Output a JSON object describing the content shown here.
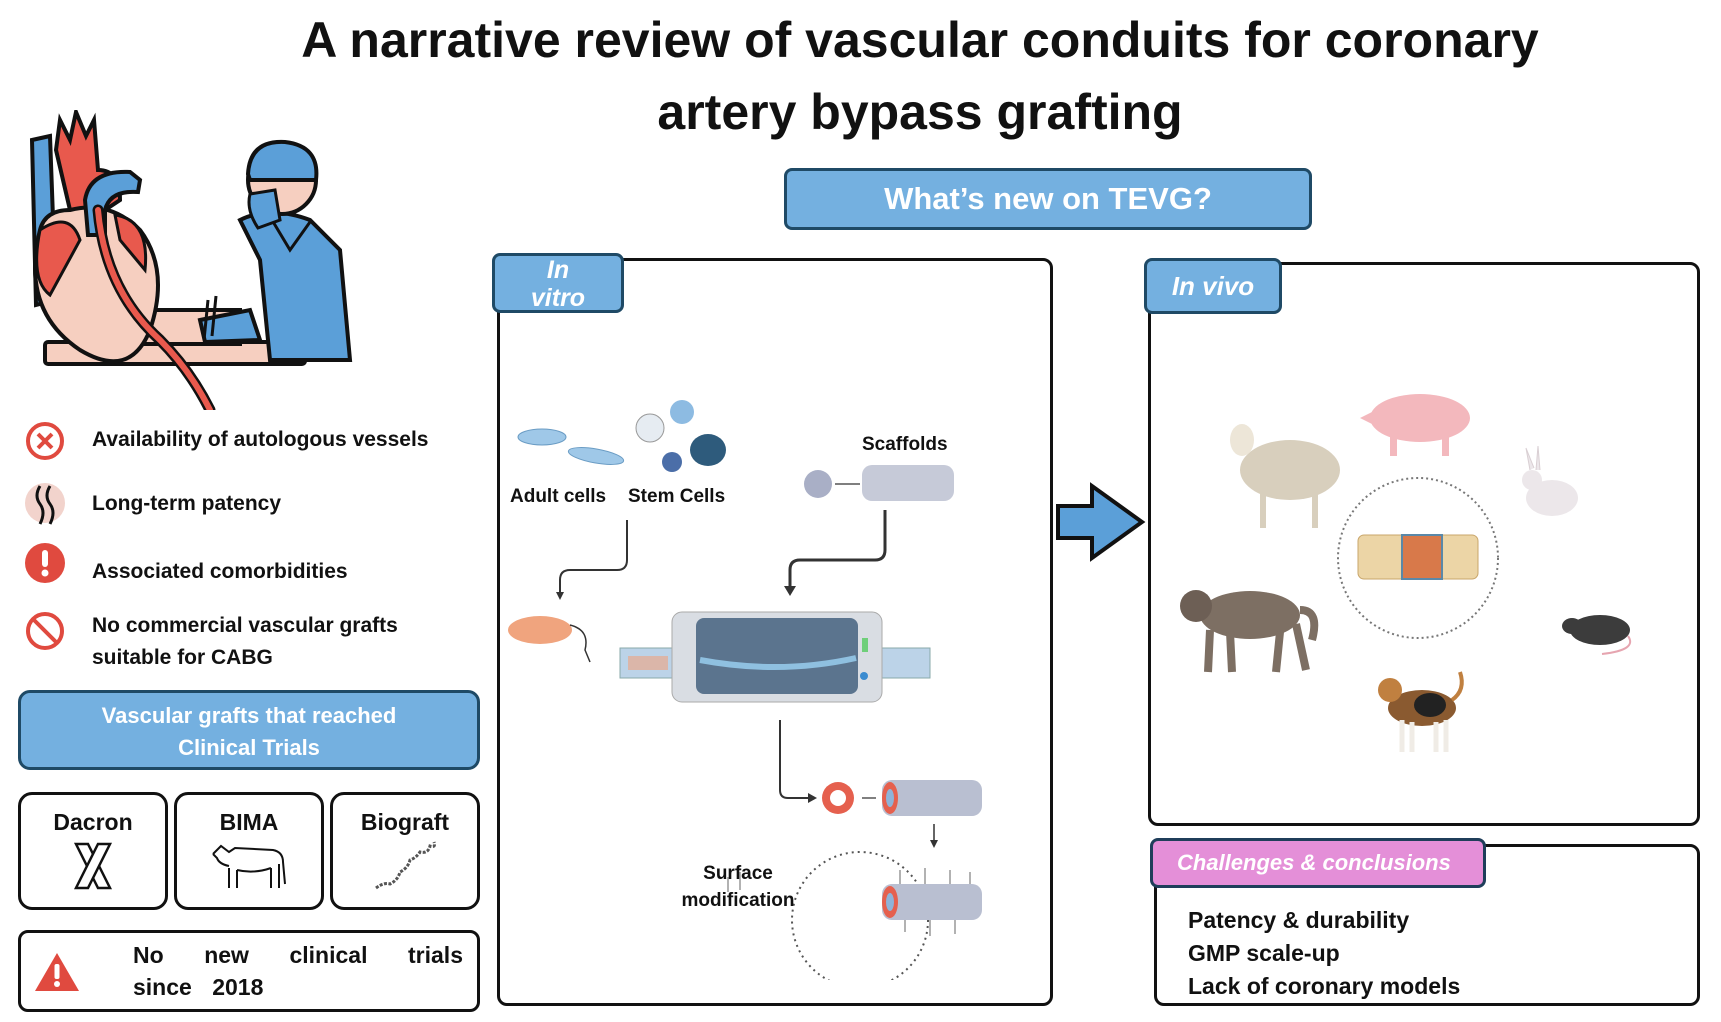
{
  "title": {
    "line1": "A narrative review of vascular conduits for coronary",
    "line2": "artery bypass grafting"
  },
  "left_panel": {
    "illustration": "surgeon-heart-bypass-illustration",
    "limitations": [
      {
        "icon": "x-circle-icon",
        "label": "Availability of autologous vessels"
      },
      {
        "icon": "wavy-vessel-icon",
        "label": "Long-term patency"
      },
      {
        "icon": "exclamation-circle-icon",
        "label": "Associated comorbidities"
      },
      {
        "icon": "prohibited-icon",
        "label": "No commercial vascular grafts",
        "label2": "suitable for CABG"
      }
    ],
    "clinical_trials_header": {
      "line1": "Vascular grafts that reached",
      "line2": "Clinical Trials"
    },
    "grafts": [
      {
        "label": "Dacron",
        "icon": "x-graft-icon"
      },
      {
        "label": "BIMA",
        "icon": "cow-icon"
      },
      {
        "label": "Biograft",
        "icon": "vessel-graft-icon"
      }
    ],
    "warning": {
      "icon": "warning-triangle-icon",
      "text": "No new clinical trials since 2018"
    }
  },
  "center": {
    "header": "What’s new on TEVG?",
    "in_vitro": {
      "tag_line1": "In",
      "tag_line2": "vitro",
      "labels": {
        "adult_cells": "Adult cells",
        "stem_cells": "Stem Cells",
        "scaffolds": "Scaffolds",
        "surface_mod_line1": "Surface",
        "surface_mod_line2": "modification"
      }
    }
  },
  "right": {
    "in_vivo": {
      "tag": "In vivo",
      "animals": [
        "sheep",
        "pig",
        "rabbit",
        "baboon",
        "rat",
        "dog"
      ]
    },
    "challenges": {
      "tag": "Challenges & conclusions",
      "items": [
        "Patency & durability",
        "GMP scale-up",
        "Lack of coronary models"
      ]
    }
  },
  "colors": {
    "tag_blue": "#74b0e0",
    "tag_border": "#1f4a66",
    "tag_pink": "#e48fd8",
    "icon_red": "#e04a3f",
    "artery_red": "#e8594d",
    "heart_pink": "#f6cfc0"
  }
}
